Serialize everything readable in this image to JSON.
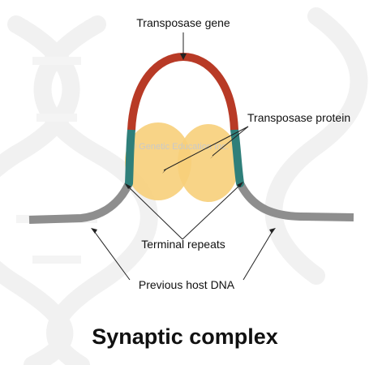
{
  "title": "Synaptic complex",
  "labels": {
    "transposase_gene": "Transposase gene",
    "transposase_protein": "Transposase protein",
    "terminal_repeats": "Terminal repeats",
    "previous_host_dna": "Previous host DNA"
  },
  "watermark": "© Genetic Education Inc.",
  "colors": {
    "gene": "#b83a26",
    "terminal_repeat": "#2f7f7a",
    "host_dna": "#8e8e8e",
    "protein": "#f7cf7a",
    "background_helix": "#f1f1f1"
  }
}
